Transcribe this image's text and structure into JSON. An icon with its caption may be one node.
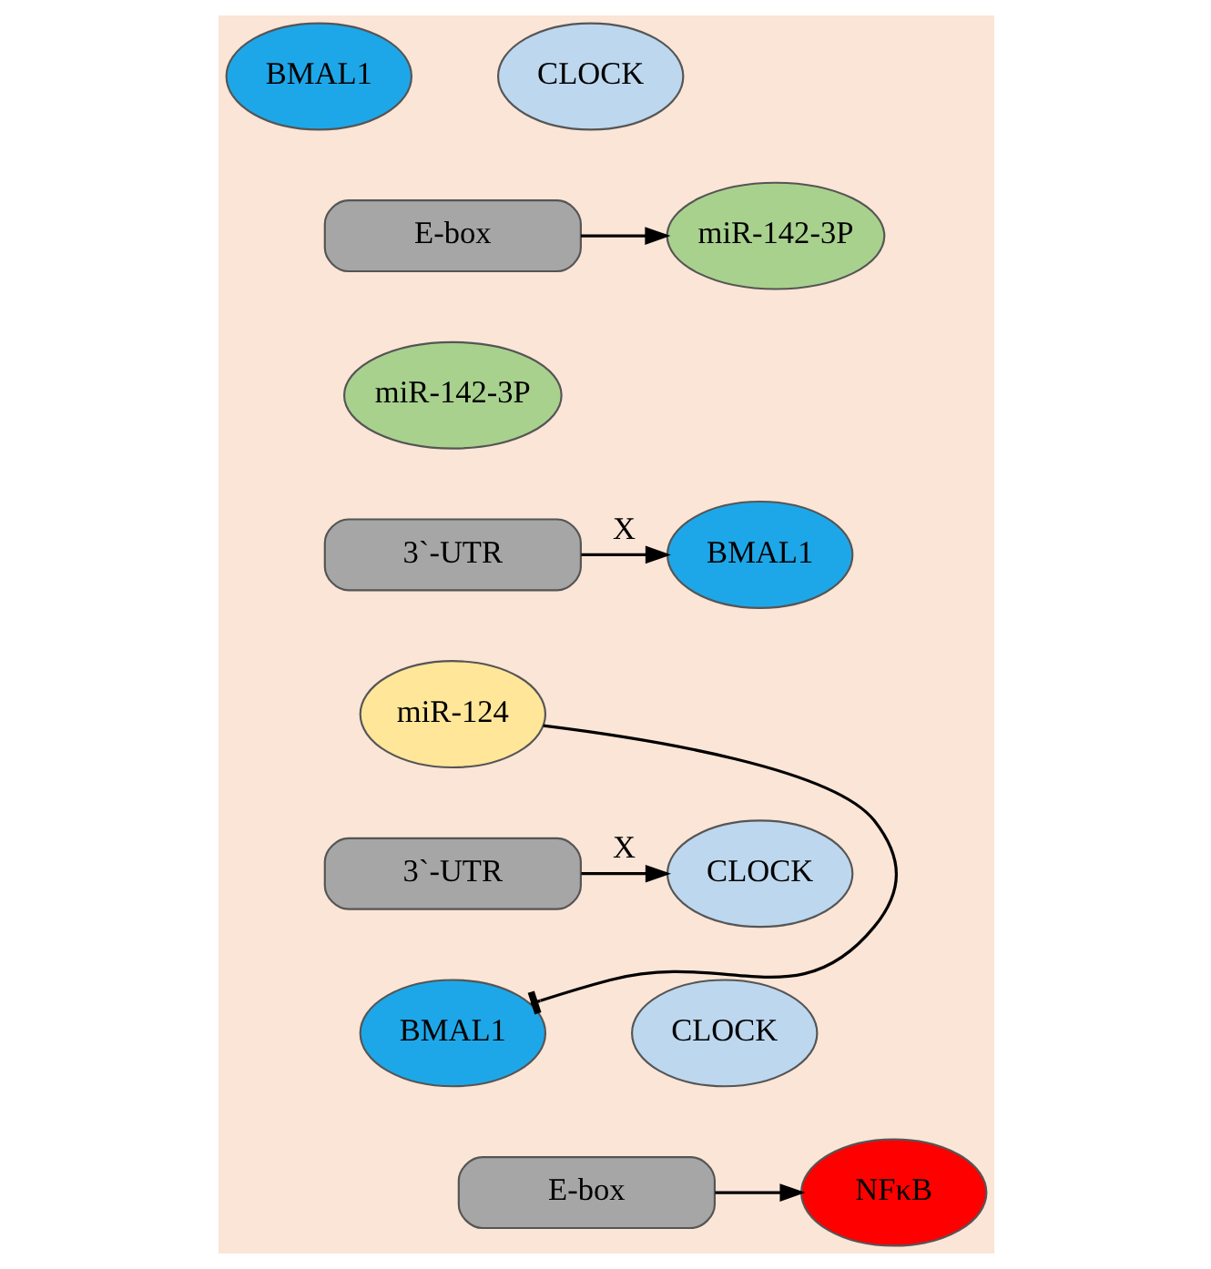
{
  "diagram": {
    "nodes": [
      {
        "text": [
          "BMAL1"
        ]
      },
      {
        "text": [
          "CLOCK"
        ]
      },
      {
        "text": [
          "E-box"
        ]
      },
      {
        "text": [
          "miR-142-3P"
        ]
      },
      {
        "text": [
          "miR-142-3P"
        ]
      },
      {
        "text": [
          "3`-UTR"
        ]
      },
      {
        "text": [
          "BMAL1"
        ]
      },
      {
        "text": [
          "miR-124"
        ]
      },
      {
        "text": [
          "3`-UTR"
        ]
      },
      {
        "text": [
          "CLOCK"
        ]
      },
      {
        "text": [
          "BMAL1"
        ]
      },
      {
        "text": [
          "CLOCK"
        ]
      },
      {
        "text": [
          "E-box"
        ]
      },
      {
        "text": [
          "NFκB"
        ]
      }
    ],
    "edges": [
      {
        "from": 2,
        "to": 3,
        "arrow": "to"
      },
      {
        "from": 5,
        "to": 6,
        "arrow": "to",
        "label": "X"
      },
      {
        "from": 8,
        "to": 9,
        "arrow": "to",
        "label": "X"
      },
      {
        "from": 7,
        "to": 10,
        "arrow": "other"
      },
      {
        "from": 12,
        "to": 13,
        "arrow": "to"
      }
    ]
  }
}
